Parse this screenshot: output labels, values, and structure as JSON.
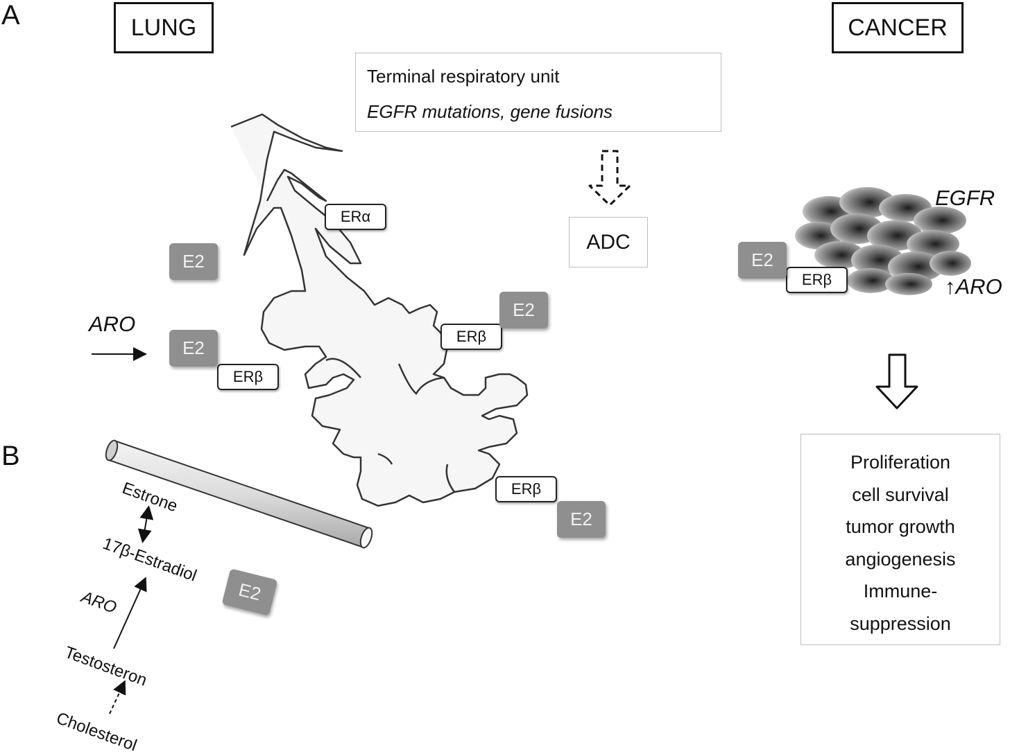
{
  "panels": {
    "a": "A",
    "b": "B"
  },
  "titles": {
    "lung": "LUNG",
    "cancer": "CANCER"
  },
  "tru_box": {
    "line1": "Terminal respiratory unit",
    "line2": "EGFR mutations, gene fusions"
  },
  "adc": "ADC",
  "receptors": {
    "er_alpha": "ERα",
    "er_beta": "ERβ"
  },
  "e2": "E2",
  "aro": "ARO",
  "aro_up": "↑ARO",
  "egfr": "EGFR",
  "pathway": {
    "estrone": "Estrone",
    "estradiol": "17β-Estradiol",
    "aro": "ARO",
    "testosteron": "Testosteron",
    "cholesterol": "Cholesterol"
  },
  "outcomes": [
    "Proliferation",
    "cell survival",
    "tumor growth",
    "angiogenesis",
    "Immune-",
    "suppression"
  ]
}
